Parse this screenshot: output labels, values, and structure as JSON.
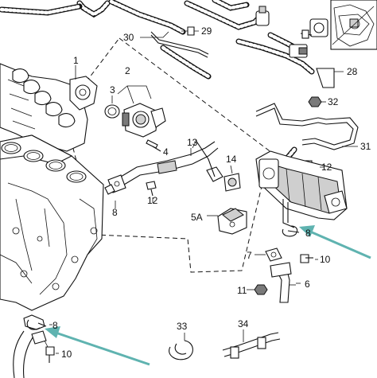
{
  "callouts": {
    "n1": "1",
    "n2": "2",
    "n3": "3",
    "n4": "4",
    "n5a": "5A",
    "n6": "6",
    "n7": "7",
    "n8_a": "8",
    "n8_b": "8",
    "n8_c": "8",
    "n10_a": "10",
    "n10_b": "10",
    "n11": "11",
    "n12_a": "12",
    "n12_b": "12",
    "n13": "13",
    "n14": "14",
    "n28": "28",
    "n29": "29",
    "n30": "30",
    "n31": "31",
    "n32": "32",
    "n33": "33",
    "n34": "34"
  },
  "colors": {
    "arrow": "#5fb3b0",
    "line": "#111111",
    "shade": "#cfcfcf"
  },
  "icons": [
    "arrow-pointer-icon",
    "bolt-icon",
    "nut-icon",
    "clamp-icon"
  ]
}
